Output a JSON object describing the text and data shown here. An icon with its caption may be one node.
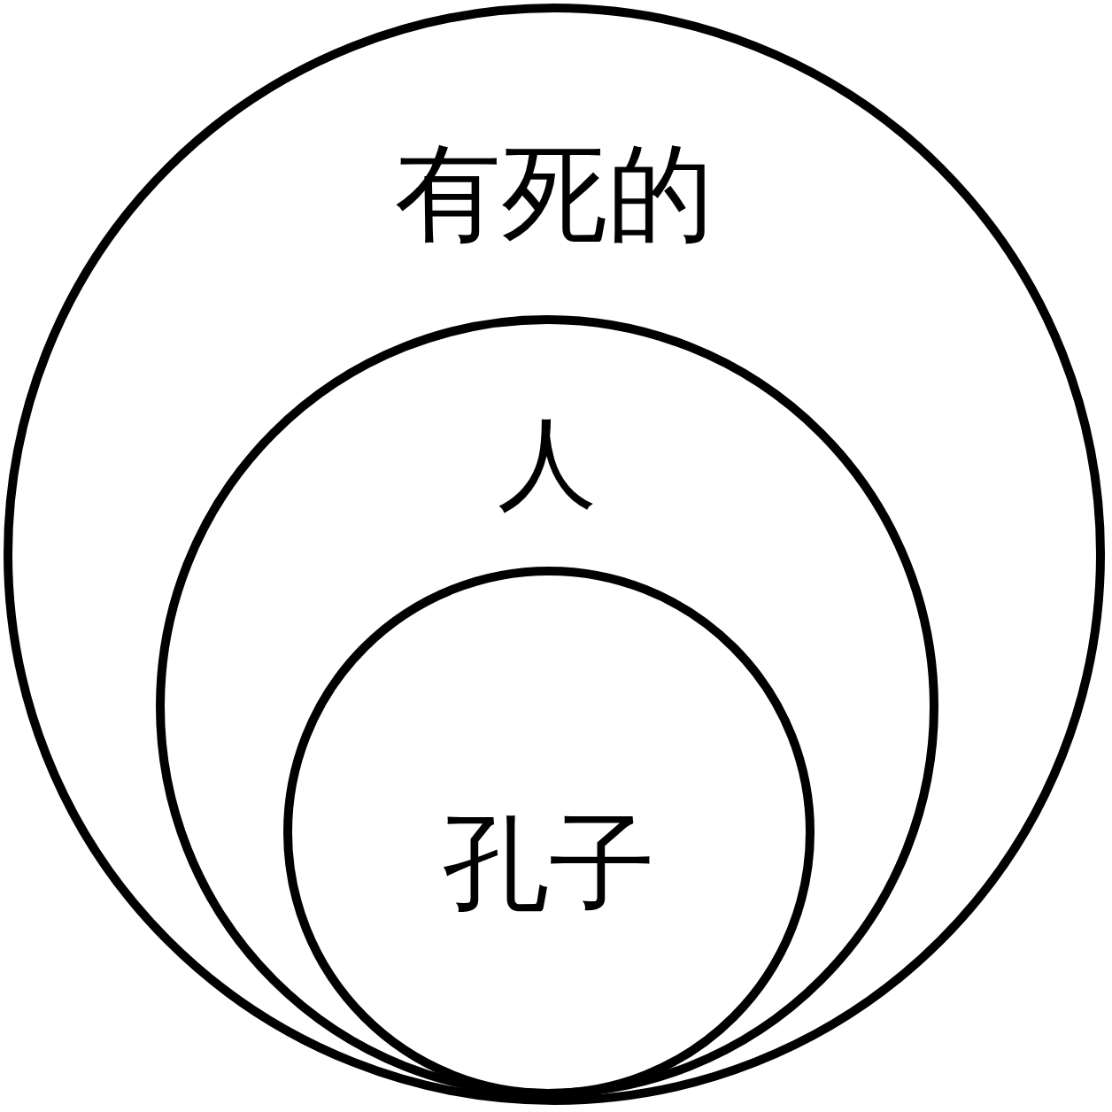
{
  "diagram": {
    "nodes": [
      {
        "text": [
          "有死的"
        ]
      },
      {
        "text": [
          "人"
        ],
        "in": 0
      },
      {
        "text": [
          "孔子"
        ],
        "in": 1
      }
    ]
  }
}
